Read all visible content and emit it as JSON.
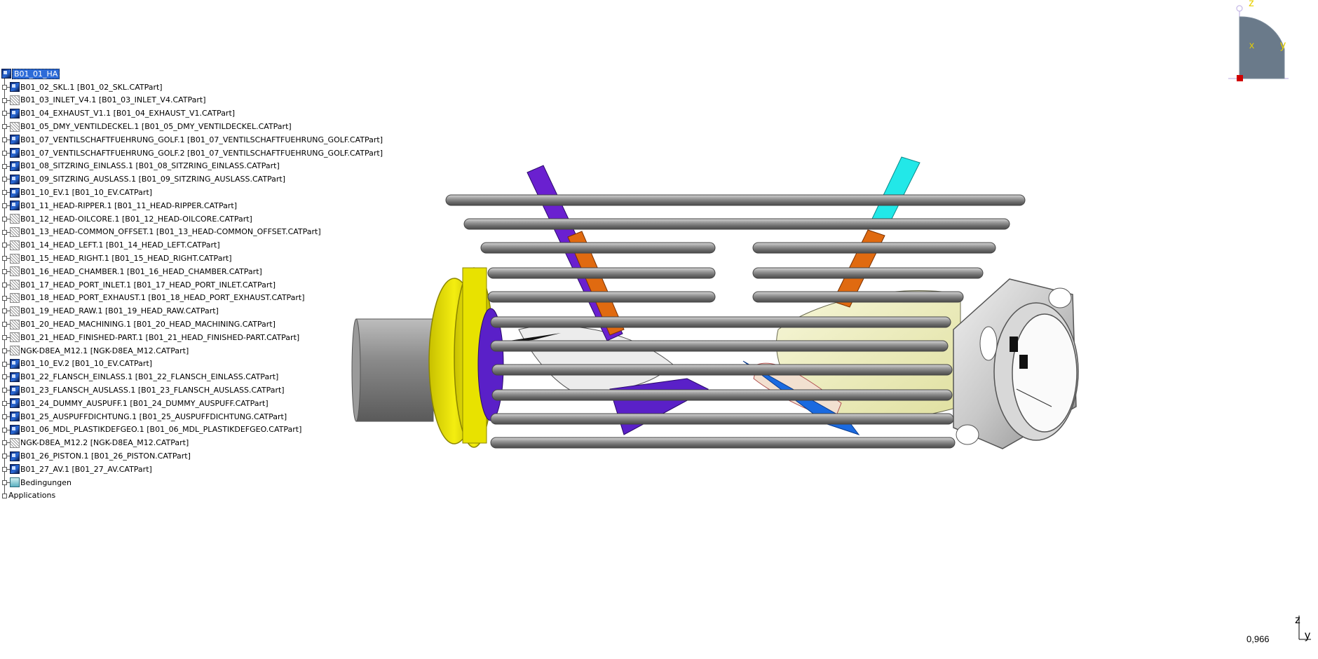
{
  "tree": {
    "root": "B01_01_HA",
    "items": [
      {
        "label": "B01_02_SKL.1 [B01_02_SKL.CATPart]",
        "icon": "part-icon"
      },
      {
        "label": "B01_03_INLET_V4.1 [B01_03_INLET_V4.CATPart]",
        "icon": "hidden-part-icon"
      },
      {
        "label": "B01_04_EXHAUST_V1.1 [B01_04_EXHAUST_V1.CATPart]",
        "icon": "part-icon"
      },
      {
        "label": "B01_05_DMY_VENTILDECKEL.1 [B01_05_DMY_VENTILDECKEL.CATPart]",
        "icon": "hidden-part-icon"
      },
      {
        "label": "B01_07_VENTILSCHAFTFUEHRUNG_GOLF.1 [B01_07_VENTILSCHAFTFUEHRUNG_GOLF.CATPart]",
        "icon": "part-icon"
      },
      {
        "label": "B01_07_VENTILSCHAFTFUEHRUNG_GOLF.2 [B01_07_VENTILSCHAFTFUEHRUNG_GOLF.CATPart]",
        "icon": "part-icon"
      },
      {
        "label": "B01_08_SITZRING_EINLASS.1 [B01_08_SITZRING_EINLASS.CATPart]",
        "icon": "part-icon"
      },
      {
        "label": "B01_09_SITZRING_AUSLASS.1 [B01_09_SITZRING_AUSLASS.CATPart]",
        "icon": "part-icon"
      },
      {
        "label": "B01_10_EV.1 [B01_10_EV.CATPart]",
        "icon": "part-icon"
      },
      {
        "label": "B01_11_HEAD-RIPPER.1 [B01_11_HEAD-RIPPER.CATPart]",
        "icon": "part-icon"
      },
      {
        "label": "B01_12_HEAD-OILCORE.1 [B01_12_HEAD-OILCORE.CATPart]",
        "icon": "hidden-part-icon"
      },
      {
        "label": "B01_13_HEAD-COMMON_OFFSET.1 [B01_13_HEAD-COMMON_OFFSET.CATPart]",
        "icon": "hidden-part-icon"
      },
      {
        "label": "B01_14_HEAD_LEFT.1 [B01_14_HEAD_LEFT.CATPart]",
        "icon": "hidden-part-icon"
      },
      {
        "label": "B01_15_HEAD_RIGHT.1 [B01_15_HEAD_RIGHT.CATPart]",
        "icon": "hidden-part-icon"
      },
      {
        "label": "B01_16_HEAD_CHAMBER.1 [B01_16_HEAD_CHAMBER.CATPart]",
        "icon": "hidden-part-icon"
      },
      {
        "label": "B01_17_HEAD_PORT_INLET.1 [B01_17_HEAD_PORT_INLET.CATPart]",
        "icon": "hidden-part-icon"
      },
      {
        "label": "B01_18_HEAD_PORT_EXHAUST.1 [B01_18_HEAD_PORT_EXHAUST.CATPart]",
        "icon": "hidden-part-icon"
      },
      {
        "label": "B01_19_HEAD_RAW.1 [B01_19_HEAD_RAW.CATPart]",
        "icon": "hidden-part-icon"
      },
      {
        "label": "B01_20_HEAD_MACHINING.1 [B01_20_HEAD_MACHINING.CATPart]",
        "icon": "hidden-part-icon"
      },
      {
        "label": "B01_21_HEAD_FINISHED-PART.1 [B01_21_HEAD_FINISHED-PART.CATPart]",
        "icon": "hidden-part-icon"
      },
      {
        "label": "NGK-D8EA_M12.1 [NGK-D8EA_M12.CATPart]",
        "icon": "hidden-part-icon"
      },
      {
        "label": "B01_10_EV.2 [B01_10_EV.CATPart]",
        "icon": "part-icon"
      },
      {
        "label": "B01_22_FLANSCH_EINLASS.1 [B01_22_FLANSCH_EINLASS.CATPart]",
        "icon": "part-icon"
      },
      {
        "label": "B01_23_FLANSCH_AUSLASS.1 [B01_23_FLANSCH_AUSLASS.CATPart]",
        "icon": "part-icon"
      },
      {
        "label": "B01_24_DUMMY_AUSPUFF.1 [B01_24_DUMMY_AUSPUFF.CATPart]",
        "icon": "part-icon"
      },
      {
        "label": "B01_25_AUSPUFFDICHTUNG.1 [B01_25_AUSPUFFDICHTUNG.CATPart]",
        "icon": "part-icon"
      },
      {
        "label": "B01_06_MDL_PLASTIKDEFGEO.1 [B01_06_MDL_PLASTIKDEFGEO.CATPart]",
        "icon": "part-icon"
      },
      {
        "label": "NGK-D8EA_M12.2 [NGK-D8EA_M12.CATPart]",
        "icon": "hidden-part-icon"
      },
      {
        "label": "B01_26_PISTON.1 [B01_26_PISTON.CATPart]",
        "icon": "part-icon"
      },
      {
        "label": "B01_27_AV.1 [B01_27_AV.CATPart]",
        "icon": "part-icon"
      },
      {
        "label": "Bedingungen",
        "icon": "constraints-icon"
      }
    ],
    "applications": "Applications"
  },
  "compass": {
    "z": "z",
    "y": "y",
    "x": "x"
  },
  "status": {
    "zoom": "0,966"
  },
  "axis": {
    "z": "z",
    "y": "y"
  },
  "colors": {
    "selection": "#2c6bd8",
    "fins": "#7a7a7a",
    "flange_yellow": "#f0e800",
    "valve_purple": "#6a20d0",
    "valve_blue": "#1a6ae0",
    "pushrod_orange": "#e06a10",
    "pushrod_cyan": "#20e8e8",
    "exhaust_port": "#f0f0c0"
  }
}
